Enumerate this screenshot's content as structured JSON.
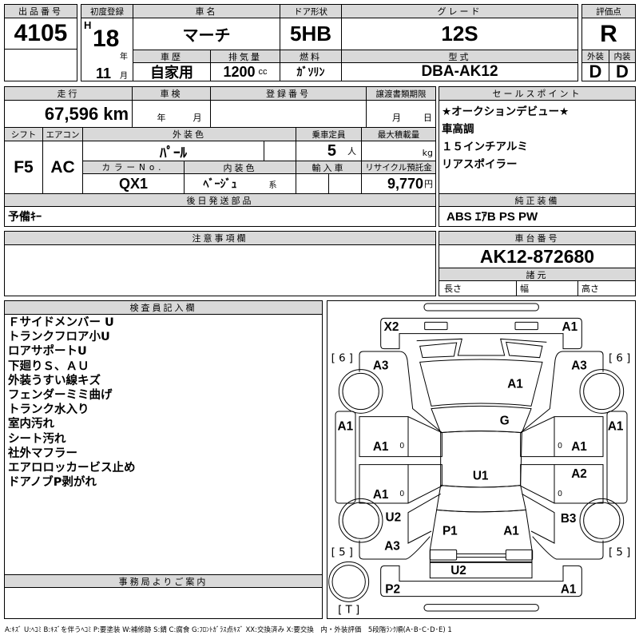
{
  "lot": {
    "label": "出品番号",
    "number": "4105"
  },
  "first_reg": {
    "label": "初度登録",
    "era": "H",
    "year": "18",
    "year_unit": "年",
    "month": "11",
    "month_unit": "月"
  },
  "car_name": {
    "label": "車名",
    "value": "マーチ"
  },
  "door": {
    "label": "ドア形状",
    "value": "5HB"
  },
  "grade": {
    "label": "グレード",
    "value": "12S"
  },
  "history": {
    "label": "車歴",
    "value": "自家用"
  },
  "displacement": {
    "label": "排気量",
    "value": "1200",
    "unit": "cc"
  },
  "fuel": {
    "label": "燃料",
    "value": "ｶﾞｿﾘﾝ"
  },
  "model": {
    "label": "型式",
    "value": "DBA-AK12"
  },
  "score": {
    "label": "評価点",
    "value": "R",
    "exterior_label": "外装",
    "interior_label": "内装",
    "exterior": "D",
    "interior": "D"
  },
  "mileage": {
    "label": "走行",
    "value": "67,596",
    "unit": "km"
  },
  "inspection": {
    "label": "車検",
    "year_unit": "年",
    "month_unit": "月"
  },
  "registration": {
    "label": "登録番号"
  },
  "transfer": {
    "label": "譲渡書類期限",
    "month_unit": "月",
    "day_unit": "日"
  },
  "shift": {
    "label": "シフト",
    "value": "F5"
  },
  "ac": {
    "label": "エアコン",
    "value": "AC"
  },
  "ext_color": {
    "label": "外装色",
    "value": "ﾊﾟｰﾙ"
  },
  "capacity": {
    "label": "乗車定員",
    "value": "5",
    "unit": "人"
  },
  "max_load": {
    "label": "最大積載量",
    "unit": "kg"
  },
  "color_no": {
    "label": "カラーNo.",
    "value": "QX1"
  },
  "int_color": {
    "label": "内装色",
    "value": "ﾍﾞｰｼﾞｭ",
    "suffix": "系"
  },
  "import_car": {
    "label": "輸入車"
  },
  "recycle": {
    "label": "リサイクル預託金",
    "value": "9,770",
    "unit": "円"
  },
  "later_parts": {
    "label": "後日発送部品",
    "value": "予備ｷｰ"
  },
  "sales_points": {
    "label": "セールスポイント",
    "items": [
      "★オークションデビュー★",
      "車高調",
      "１５インチアルミ",
      "リアスポイラー"
    ]
  },
  "genuine": {
    "label": "純正装備",
    "value": "ABS ｴｱB PS PW"
  },
  "notes": {
    "label": "注意事項欄"
  },
  "chassis": {
    "label": "車台番号",
    "value": "AK12-872680",
    "spec_label": "諸元",
    "length_label": "長さ",
    "width_label": "幅",
    "height_label": "高さ"
  },
  "inspector": {
    "label": "検査員記入欄",
    "lines": [
      "Ｆサイドメンバー U",
      "トランクフロア小U",
      "ロアサポートU",
      "下廻りＳ、ＡＵ",
      "外装うすい線キズ",
      "フェンダーミミ曲げ",
      "トランク水入り",
      "室内汚れ",
      "シート汚れ",
      "社外マフラー",
      "エアロロッカービス止め",
      "ドアノブP剥がれ"
    ]
  },
  "office": {
    "label": "事務局よりご案内"
  },
  "diagram": {
    "marks": [
      "X2",
      "A1",
      "A3",
      "A3",
      "A1",
      "G",
      "A1",
      "A1",
      "A1",
      "A1",
      "U1",
      "A2",
      "A1",
      "U2",
      "B3",
      "P1",
      "A1",
      "A3",
      "U2",
      "P2",
      "A1"
    ],
    "tread": [
      "[ 6 ]",
      "[ 6 ]",
      "[ 5 ]",
      "[ 5 ]",
      "[ T ]"
    ],
    "zero": "0"
  },
  "legend": "A:ｷｽﾞ U:ﾍｺﾐ B:ｷｽﾞを伴うﾍｺﾐ P:要塗装 W:補修跡 S:錆 C:腐食 G:ﾌﾛﾝﾄｶﾞﾗｽ点ｷｽﾞ XX:交換済み X:要交換　内・外装評価　5段階ﾗﾝｸ順(A･B･C･D･E) 1"
}
